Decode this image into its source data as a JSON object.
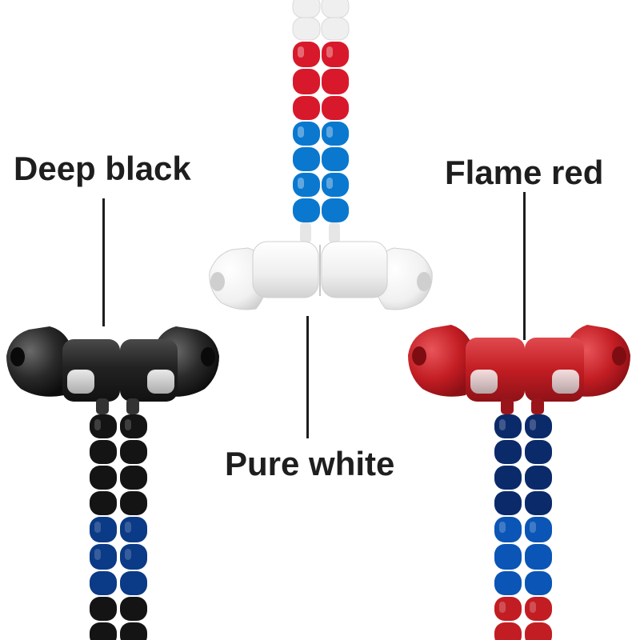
{
  "variants": [
    {
      "label": "Deep black",
      "body_color": "#2b2b2b",
      "bead_colors": [
        "#111111",
        "#0b3a86",
        "#111111"
      ]
    },
    {
      "label": "Pure white",
      "body_color": "#f2f2f2",
      "bead_colors": [
        "#eeeeee",
        "#d8192b",
        "#0a78cf"
      ]
    },
    {
      "label": "Flame red",
      "body_color": "#c21d23",
      "bead_colors": [
        "#0b2a6a",
        "#0a55b5",
        "#c21d23"
      ]
    }
  ]
}
